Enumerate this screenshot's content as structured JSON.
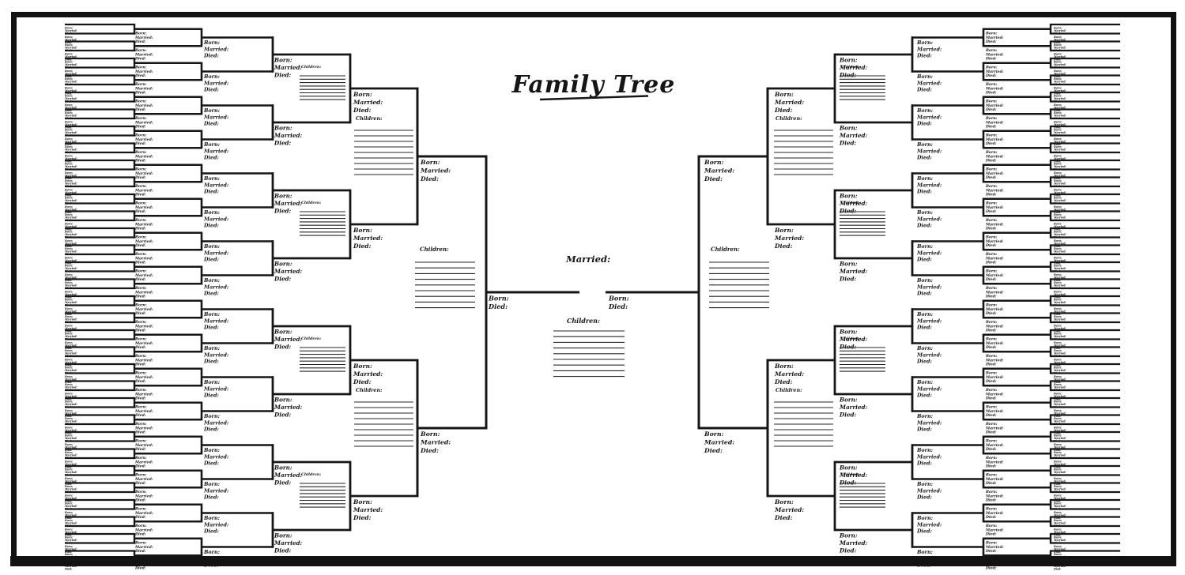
{
  "title": "Family Tree",
  "married_label": "Married:",
  "children_label": "Children:",
  "person_labels": [
    "Born:",
    "Married:",
    "Died:"
  ],
  "center_person_labels": [
    "Born:",
    "Died:"
  ],
  "colors": {
    "ink": "#161616",
    "rule": "#262626",
    "paper": "#ffffff"
  },
  "center": {
    "children_line_count": 9
  },
  "tree": {
    "sides": 2,
    "leaves_per_side": 64,
    "generations_per_side": 7,
    "children_blocks_per_side": {
      "generation4_blocks": 4,
      "generation4_lines": 8,
      "generation3_blocks": 2,
      "generation3_lines": 9,
      "generation2_blocks": 1,
      "generation2_lines": 9
    }
  }
}
